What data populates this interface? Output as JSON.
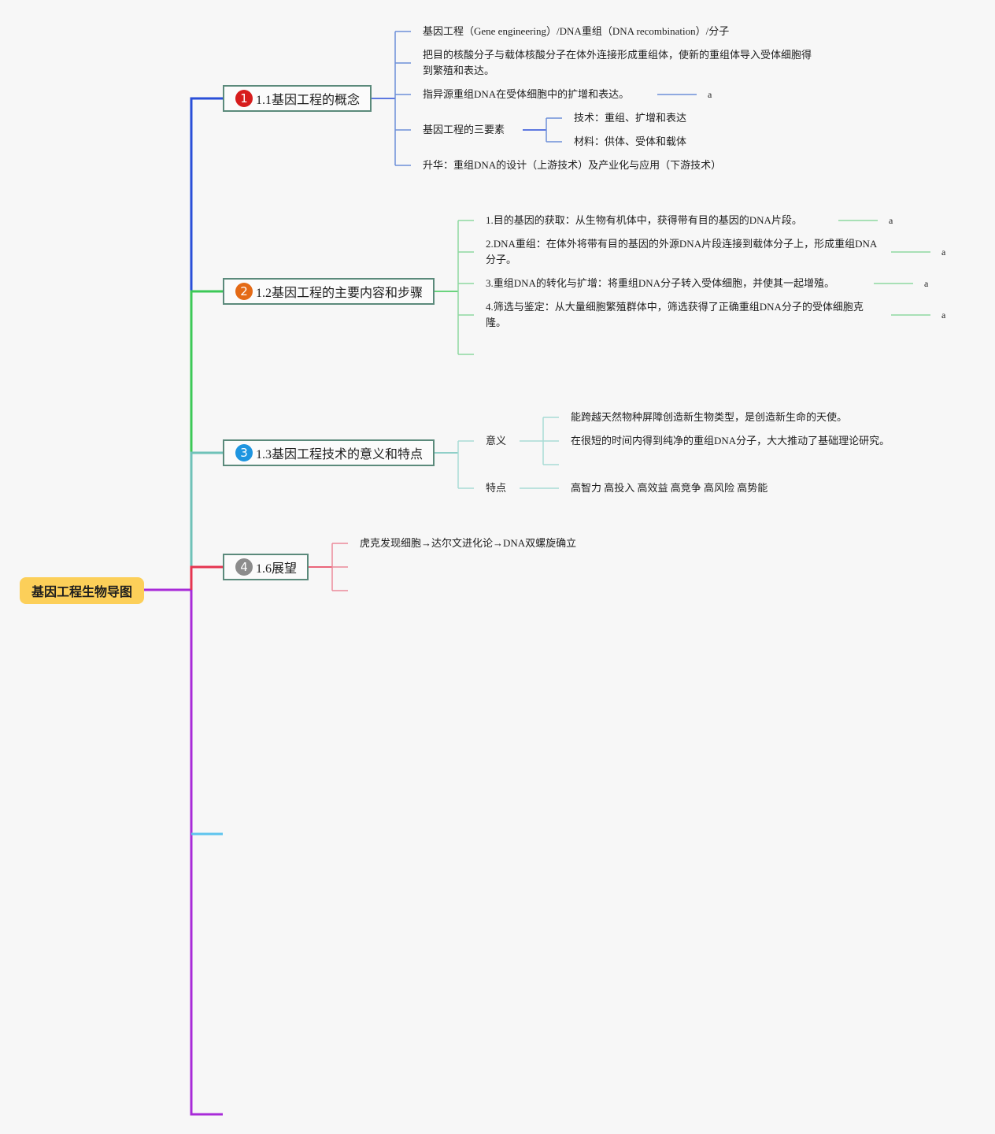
{
  "root": {
    "label": "基因工程生物导图"
  },
  "colors": {
    "root": "#fccf59",
    "branch1": "#2a4fd8",
    "branch2": "#3cc957",
    "branch3": "#6fc2b8",
    "branch4": "#e53550",
    "blank_branch": "#5ec4ee",
    "spine": "#a82bd8",
    "badge1": "#d71d1d",
    "badge2": "#e46a16",
    "badge3": "#1e95e0",
    "badge4": "#8c8c8c"
  },
  "branches": [
    {
      "number": "1",
      "label": "1.1基因工程的概念",
      "items": [
        "基因工程（Gene engineering）/DNA重组（DNA recombination）/分子",
        "把目的核酸分子与载体核酸分子在体外连接形成重组体，使新的重组体导入受体细胞得到繁殖和表达。",
        "指异源重组DNA在受体细胞中的扩增和表达。",
        "基因工程的三要素",
        "升华：重组DNA的设计（上游技术）及产业化与应用（下游技术）"
      ],
      "item3_mark": "a",
      "sub_items": [
        "技术：重组、扩增和表达",
        "材料：供体、受体和载体"
      ]
    },
    {
      "number": "2",
      "label": "1.2基因工程的主要内容和步骤",
      "items": [
        "1.目的基因的获取：从生物有机体中，获得带有目的基因的DNA片段。",
        "2.DNA重组：在体外将带有目的基因的外源DNA片段连接到载体分子上，形成重组DNA分子。",
        "3.重组DNA的转化与扩增：将重组DNA分子转入受体细胞，并使其一起增殖。",
        "4.筛选与鉴定：从大量细胞繁殖群体中，筛选获得了正确重组DNA分子的受体细胞克隆。"
      ],
      "marks": [
        "a",
        "a",
        "a",
        "a"
      ]
    },
    {
      "number": "3",
      "label": "1.3基因工程技术的意义和特点",
      "groups": [
        {
          "label": "意义",
          "items": [
            "能跨越天然物种屏障创造新生物类型，是创造新生命的天使。",
            "在很短的时间内得到纯净的重组DNA分子，大大推动了基础理论研究。"
          ]
        },
        {
          "label": "特点",
          "items": [
            "高智力 高投入 高效益 高竞争 高风险 高势能"
          ]
        }
      ]
    },
    {
      "number": "4",
      "label": "1.6展望",
      "items": [
        "虎克发现细胞→达尔文进化论→DNA双螺旋确立"
      ]
    }
  ]
}
